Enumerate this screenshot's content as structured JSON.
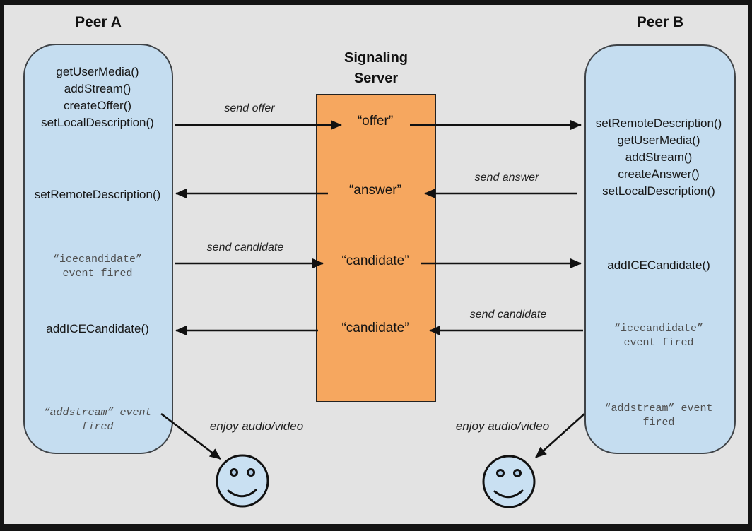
{
  "colors": {
    "background_gray": "#e3e3e3",
    "frame_black": "#141414",
    "peer_blue": "#c5ddf0",
    "server_orange": "#f6a75f",
    "arrow_black": "#111111",
    "mono_gray": "#4f4f4f"
  },
  "peer_a": {
    "title": "Peer A",
    "calls": [
      "getUserMedia()",
      "addStream()",
      "createOffer()",
      "setLocalDescription()"
    ],
    "set_remote_description": "setRemoteDescription()",
    "icecandidate_event": {
      "line1": "“icecandidate”",
      "line2": "event fired"
    },
    "add_ice_candidate": "addICECandidate()",
    "addstream_event": {
      "line1": "“addstream” event",
      "line2": "fired"
    }
  },
  "peer_b": {
    "title": "Peer B",
    "calls": [
      "setRemoteDescription()",
      "getUserMedia()",
      "addStream()",
      "createAnswer()",
      "setLocalDescription()"
    ],
    "add_ice_candidate": "addICECandidate()",
    "icecandidate_event": {
      "line1": "“icecandidate”",
      "line2": "event fired"
    },
    "addstream_event": {
      "line1": "“addstream” event",
      "line2": "fired"
    }
  },
  "server": {
    "title_line1": "Signaling",
    "title_line2": "Server",
    "messages": [
      "“offer”",
      "“answer”",
      "“candidate”",
      "“candidate”"
    ]
  },
  "flow_labels": {
    "send_offer": "send offer",
    "send_answer": "send answer",
    "send_candidate_top": "send candidate",
    "send_candidate_bottom": "send candidate",
    "enjoy_left": "enjoy audio/video",
    "enjoy_right": "enjoy audio/video"
  }
}
